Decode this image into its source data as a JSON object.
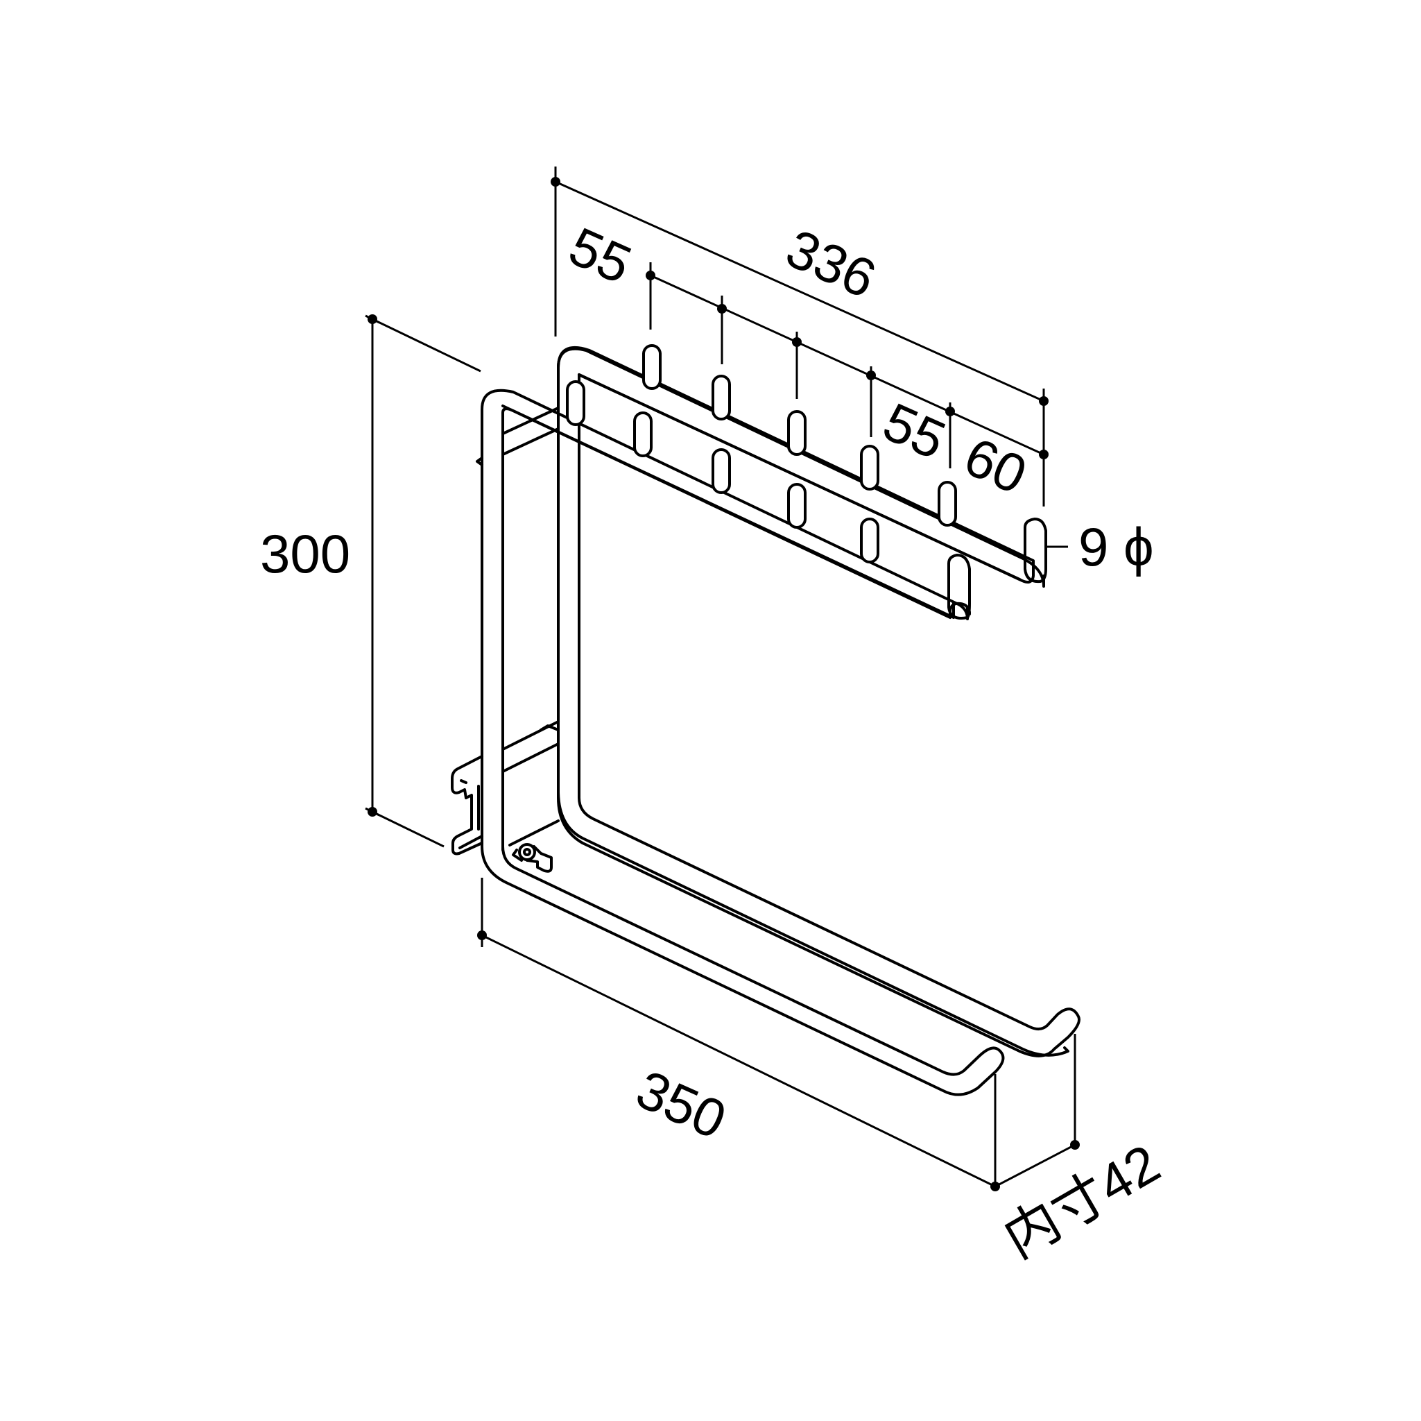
{
  "drawing": {
    "dimensions": {
      "total_length": "336",
      "pitch_1": "55",
      "pitch_2": "55",
      "end_offset": "60",
      "rod_diameter": "9 ϕ",
      "height": "300",
      "depth": "350",
      "inner_clearance": "内寸42"
    }
  }
}
